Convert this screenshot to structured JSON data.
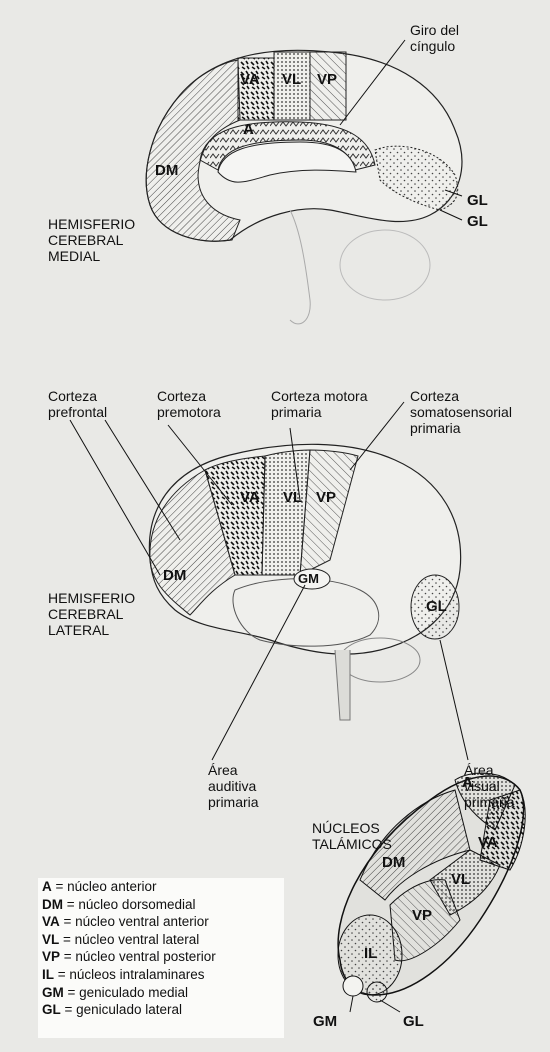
{
  "medial": {
    "title": "HEMISFERIO\nCEREBRAL\nMEDIAL",
    "giro": "Giro del\ncíngulo",
    "labels": {
      "va": "VA",
      "vl": "VL",
      "vp": "VP",
      "a": "A",
      "dm": "DM",
      "gl1": "GL",
      "gl2": "GL"
    }
  },
  "lateral": {
    "title": "HEMISFERIO\nCEREBRAL\nLATERAL",
    "callouts": {
      "prefrontal": "Corteza\nprefrontal",
      "premotora": "Corteza\npremotora",
      "motora": "Corteza motora\nprimaria",
      "somato": "Corteza\nsomatosensorial\nprimaria",
      "auditiva": "Área\nauditiva\nprimaria",
      "visual": "Área\nvisual\nprimaria"
    },
    "labels": {
      "va": "VA",
      "vl": "VL",
      "vp": "VP",
      "dm": "DM",
      "gm": "GM",
      "gl": "GL"
    }
  },
  "thalamus": {
    "title": "NÚCLEOS\nTALÁMICOS",
    "labels": {
      "a": "A",
      "va": "VA",
      "dm": "DM",
      "vl": "VL",
      "vp": "VP",
      "il": "IL",
      "gm": "GM",
      "gl": "GL"
    }
  },
  "legend": [
    {
      "abbr": "A",
      "text": "= núcleo anterior"
    },
    {
      "abbr": "DM",
      "text": "= núcleo dorsomedial"
    },
    {
      "abbr": "VA",
      "text": "= núcleo ventral anterior"
    },
    {
      "abbr": "VL",
      "text": "= núcleo ventral lateral"
    },
    {
      "abbr": "VP",
      "text": "= núcleo ventral posterior"
    },
    {
      "abbr": "IL",
      "text": "= núcleos intralaminares"
    },
    {
      "abbr": "GM",
      "text": "= geniculado medial"
    },
    {
      "abbr": "GL",
      "text": "= geniculado lateral"
    }
  ],
  "colors": {
    "background": "#e9e9e6",
    "ink": "#111111",
    "legend_box": "#fbfbf9"
  }
}
